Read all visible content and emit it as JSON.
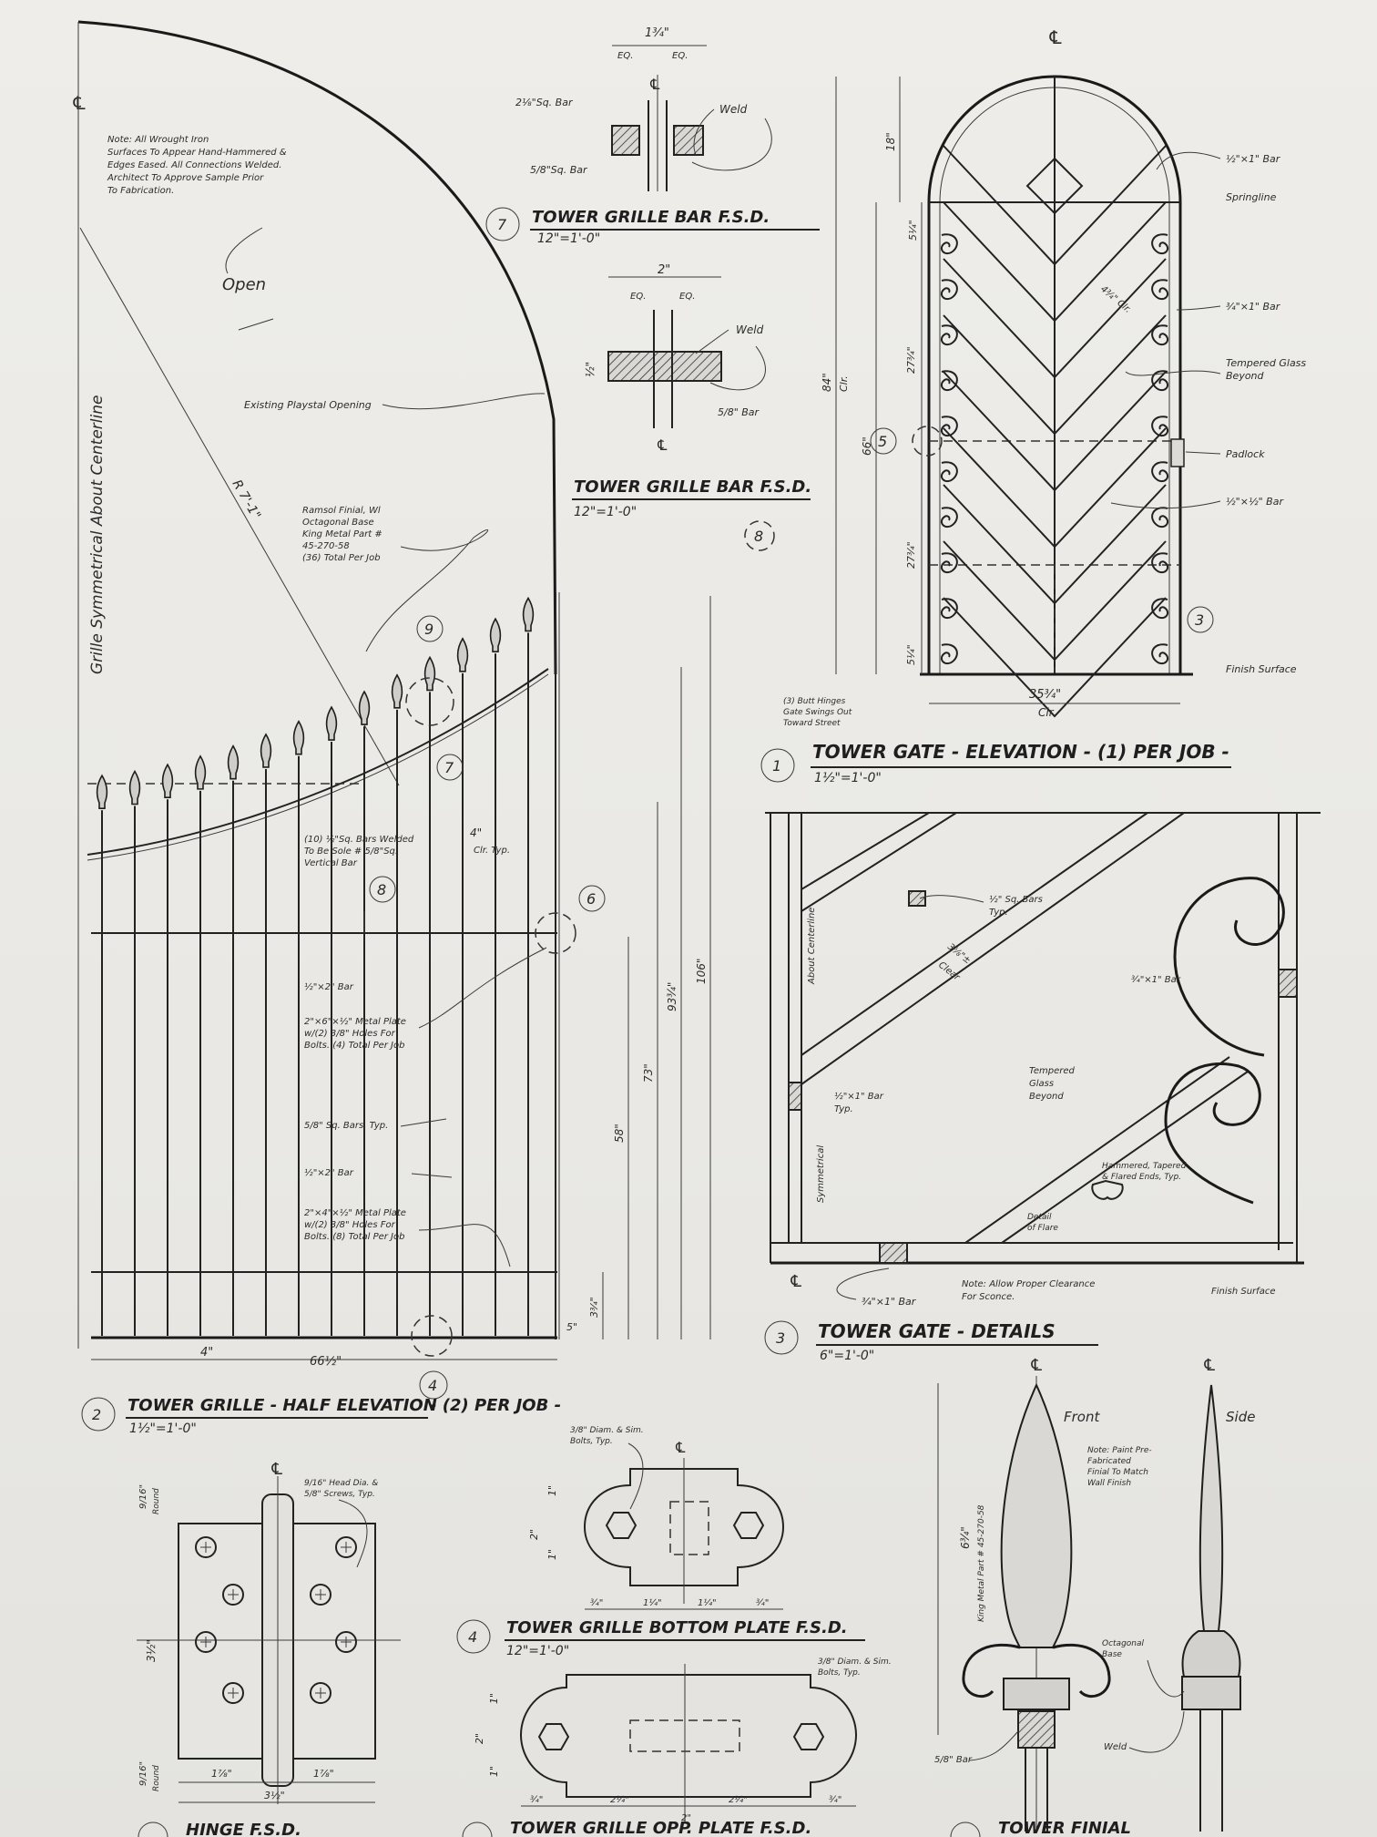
{
  "general_note": [
    "Note: All Wrought Iron",
    "Surfaces To Appear Hand-Hammered &",
    "Edges Eased. All Connections Welded.",
    "Architect To Approve Sample Prior",
    "To Fabrication."
  ],
  "side_note": "Grille Symmetrical About Centerline",
  "details": {
    "d1": {
      "number": "1",
      "title": "TOWER GATE - ELEVATION - (1) PER JOB -",
      "scale": "1½\"=1'-0\""
    },
    "d2": {
      "number": "2",
      "title": "TOWER GRILLE - HALF ELEVATION",
      "suffix": "- (2) PER JOB -",
      "scale": "1½\"=1'-0\""
    },
    "d3": {
      "number": "3",
      "title": "TOWER GATE - DETAILS",
      "scale": "6\"=1'-0\""
    },
    "d4": {
      "number": "4",
      "title": "TOWER GRILLE BOTTOM PLATE F.S.D.",
      "scale": "12\"=1'-0\""
    },
    "d7": {
      "number": "7",
      "title": "TOWER GRILLE BAR F.S.D.",
      "scale": "12\"=1'-0\""
    },
    "d8": {
      "number": "8",
      "title": "TOWER GRILLE BAR F.S.D.",
      "scale": "12\"=1'-0\""
    }
  },
  "callouts": {
    "open": "Open",
    "existing_opening": "Existing Playstal Opening",
    "radius": "R 7'-1\"",
    "finial_note": [
      "Ramsol Finial, Wl",
      "Octagonal Base",
      "King Metal Part #",
      "45-270-58",
      "(36) Total Per Job"
    ],
    "bars_welded": [
      "(10) ½\"Sq. Bars Welded",
      "To Be Sole # 5/8\"Sq.",
      "Vertical Bar"
    ],
    "bar_half_2": "½\"×2\" Bar",
    "plate_top": [
      "2\"×6\"×½\" Metal Plate",
      "w/(2) 3/8\" Holes For",
      "Bolts. (4) Total Per Job"
    ],
    "sq_bars_typ": "5/8\" Sq. Bars, Typ.",
    "bar_half_2b": "½\"×2\" Bar",
    "plate_bottom": [
      "2\"×4\"×½\" Metal Plate",
      "w/(2) 3/8\" Holes For",
      "Bolts. (8) Total Per Job"
    ],
    "weld": "Weld",
    "sq_bar_3": "2⅛\"Sq. Bar",
    "sq_bar_5": "5/8\"Sq. Bar",
    "bar_58": "5/8\" Bar",
    "gate_half_bar": "½\"×1\" Bar",
    "springline": "Springline",
    "bar_34_1": "¾\"×1\" Bar",
    "tempered_glass": [
      "Tempered Glass",
      "Beyond"
    ],
    "padlock": "Padlock",
    "bar_half_half": "½\"×½\" Bar",
    "finish_surface": "Finish Surface",
    "butt_hinges": [
      "(3) Butt Hinges",
      "Gate Swings Out",
      "Toward Street"
    ],
    "about_centerline": "About Centerline",
    "symmetrical": "Symmetrical",
    "half_sq_bars_typ": [
      "½\" Sq. Bars",
      "Typ."
    ],
    "clear_d3": [
      "3⅝\"±",
      "Clear"
    ],
    "bar_34_1b": "¾\"×1\" Bar",
    "tempered_glass_b": [
      "Tempered",
      "Glass",
      "Beyond"
    ],
    "half_1_bar": [
      "½\"×1\" Bar",
      "Typ."
    ],
    "hammered": [
      "Hammered, Tapered",
      "& Flared Ends, Typ."
    ],
    "detail_flare": [
      "Detail",
      "of Flare"
    ],
    "bar_34_1c": "¾\"×1\" Bar",
    "note_clearance": [
      "Note: Allow Proper Clearance",
      "For Sconce."
    ],
    "finish_surface_b": "Finish Surface",
    "hinge_screws": [
      "9/16\" Head Dia. &",
      "5/8\" Screws, Typ."
    ],
    "bolts_d4a": [
      "3/8\" Diam. & Sim.",
      "Bolts, Typ."
    ],
    "bolts_d4b": [
      "3/8\" Diam. & Sim.",
      "Bolts, Typ."
    ],
    "front": "Front",
    "side": "Side",
    "note_paint": [
      "Note: Paint Pre-",
      "Fabricated",
      "Finial To Match",
      "Wall Finish"
    ],
    "king_metal": "King Metal Part # 45-270-58",
    "octagonal_base": [
      "Octagonal",
      "Base"
    ],
    "weld_finial": "Weld",
    "bar_58_finial": "5/8\" Bar"
  },
  "dimensions": {
    "d7_top": "1¾\"",
    "d7_eq1": "EQ.",
    "d7_eq2": "EQ.",
    "d8_top": "2\"",
    "d8_eq1": "EQ.",
    "d8_eq2": "EQ.",
    "d8_side": "½\"",
    "g_top": "18\"",
    "g_5": "5¼\"",
    "g_27a": "27¾\"",
    "g_84": "84\"",
    "g_clr": "Clr.",
    "g_66": "66\"",
    "g_27b": "27¾\"",
    "g_bot": "5¼\"",
    "g_width": "35¾\"",
    "g_clr2": "Clr.",
    "g_diag": "4¾\" Clr.",
    "h_4clr": "4\"",
    "h_clr_typ": "Clr. Typ.",
    "h_106": "106\"",
    "h_93": "93¾\"",
    "h_73": "73\"",
    "h_58": "58\"",
    "h_3": "3¾\"",
    "h_5": "5\"",
    "h_4b": "4\"",
    "h_66": "66½\"",
    "p_1a": "1\"",
    "p_2": "2\"",
    "p_1b": "1\"",
    "p_34a": "¾\"",
    "p_14a": "1¼\"",
    "p_14b": "1¼\"",
    "p_34b": "¾\"",
    "q_1a": "1\"",
    "q_2": "2\"",
    "q_1b": "1\"",
    "q_34a": "¾\"",
    "q_24a": "2¼\"",
    "q_24b": "2¼\"",
    "q_34b": "¾\"",
    "q_q": "2\"",
    "hg_top": "9/16\"",
    "hg_top2": "Round",
    "hg_mid": "3½\"",
    "hg_bot": "9/16\"",
    "hg_bot2": "Round",
    "hg_w1": "1⅞\"",
    "hg_w2": "1⅞\"",
    "hg_wt": "3½\"",
    "f_h": "6¾\""
  },
  "markers": {
    "m9": "9",
    "m7": "7",
    "m8": "8",
    "m6": "6",
    "m4": "4",
    "m5": "5",
    "m3": "3",
    "cl": "℄"
  },
  "bottom_titles": [
    "HINGE F.S.D.",
    "TOWER GRILLE OPP. PLATE F.S.D.",
    "TOWER FINIAL"
  ]
}
